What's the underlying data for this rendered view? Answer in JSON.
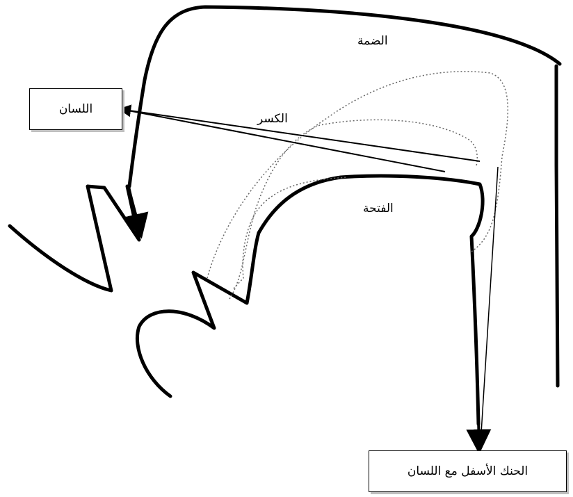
{
  "labels": {
    "damma": "الضمة",
    "kasr": "الكسر",
    "fatha": "الفتحة"
  },
  "boxes": {
    "tongue": "اللسان",
    "lower_jaw_with_tongue": "الحنك الأسفل مع اللسان"
  },
  "colors": {
    "outline": "#000000",
    "tongue_position": "#666666",
    "box_shadow": "#bfbfbf"
  }
}
